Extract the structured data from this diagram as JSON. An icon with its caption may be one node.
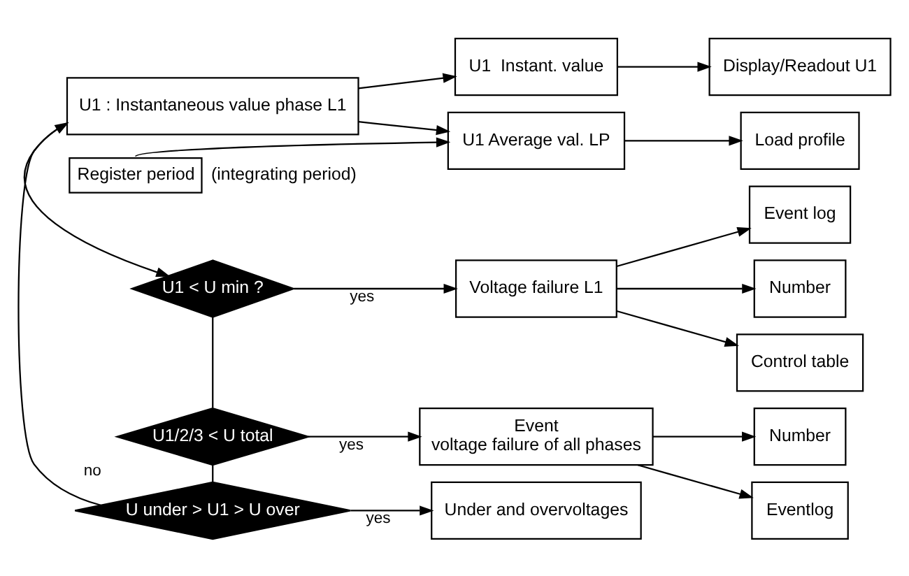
{
  "diagram": {
    "nodes": [
      {
        "text": [
          "U1 : Instantaneous value phase L1"
        ]
      },
      {
        "text": [
          "U1  Instant. value"
        ]
      },
      {
        "text": [
          "Display/Readout U1"
        ]
      },
      {
        "text": [
          "Register period"
        ],
        "beside": [
          "(integrating period)"
        ]
      },
      {
        "text": [
          "U1 Average val. LP"
        ]
      },
      {
        "text": [
          "Load profile"
        ]
      },
      {
        "text": [
          "U1 < U min ?"
        ]
      },
      {
        "text": [
          "Voltage failure L1"
        ]
      },
      {
        "text": [
          "Number"
        ]
      },
      {
        "text": [
          "Control table"
        ]
      },
      {
        "text": [
          "Event log"
        ]
      },
      {
        "text": [
          "U1/2/3 < U total"
        ]
      },
      {
        "text": [
          "Event",
          "voltage failure of all phases"
        ]
      },
      {
        "text": [
          "Number"
        ]
      },
      {
        "text": [
          "Eventlog"
        ]
      },
      {
        "text": [
          "U under > U1 > U over"
        ]
      },
      {
        "text": [
          "Under and overvoltages"
        ]
      }
    ],
    "edges": [
      {
        "from": 0,
        "to": 1,
        "arrow": "to"
      },
      {
        "from": 1,
        "to": 2,
        "arrow": "to"
      },
      {
        "from": 0,
        "to": 4,
        "arrow": "to"
      },
      {
        "from": 3,
        "to": 4,
        "arrow": "to"
      },
      {
        "from": 4,
        "to": 5,
        "arrow": "to"
      },
      {
        "from": 0,
        "to": 6,
        "arrow": "to"
      },
      {
        "from": 6,
        "to": 7,
        "label": "yes",
        "arrow": "to"
      },
      {
        "from": 7,
        "to": 8,
        "arrow": "to"
      },
      {
        "from": 7,
        "to": 9,
        "arrow": "to"
      },
      {
        "from": 7,
        "to": 10,
        "arrow": "to"
      },
      {
        "from": 6,
        "to": 11,
        "arrow": "none"
      },
      {
        "from": 11,
        "to": 12,
        "label": "yes",
        "arrow": "to"
      },
      {
        "from": 12,
        "to": 13,
        "arrow": "to"
      },
      {
        "from": 12,
        "to": 14,
        "arrow": "to"
      },
      {
        "from": 11,
        "to": 15,
        "arrow": "none"
      },
      {
        "from": 15,
        "to": 16,
        "label": "yes",
        "arrow": "to"
      },
      {
        "from": 15,
        "to": 0,
        "label": "no",
        "arrow": "to"
      }
    ]
  }
}
